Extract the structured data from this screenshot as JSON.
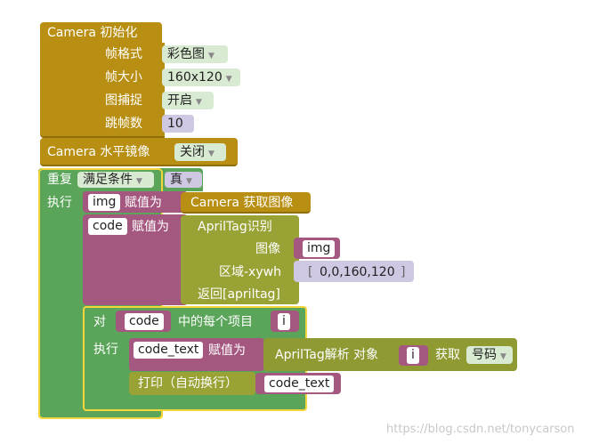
{
  "camera_init": {
    "title": "Camera  初始化",
    "format_label": "帧格式",
    "format_value": "彩色图",
    "size_label": "帧大小",
    "size_value": "160x120",
    "capture_label": "图捕捉",
    "capture_value": "开启",
    "skip_label": "跳帧数",
    "skip_value": "10"
  },
  "camera_mirror": {
    "title": "Camera  水平镜像",
    "value": "关闭"
  },
  "repeat": {
    "label": "重复",
    "condition": "满足条件",
    "condition_value": "真",
    "do_label": "执行"
  },
  "assign_img": {
    "var": "img",
    "assign_label": "赋值为",
    "camera_call": "Camera  获取图像"
  },
  "assign_code": {
    "var": "code",
    "assign_label": "赋值为",
    "apriltag_title": "AprilTag识别",
    "image_label": "图像",
    "image_var": "img",
    "region_label": "区域-xywh",
    "region_value": "0,0,160,120",
    "return_label": "返回[apriltag]"
  },
  "foreach": {
    "for_label": "对",
    "list_var": "code",
    "each_label": "中的每个项目",
    "item_var": "i",
    "do_label": "执行"
  },
  "assign_code_text": {
    "var": "code_text",
    "assign_label": "赋值为",
    "parse_label": "AprilTag解析  对象",
    "object_var": "i",
    "get_label": "获取",
    "get_value": "号码"
  },
  "print": {
    "label": "打印（自动换行）",
    "var": "code_text"
  },
  "watermark": "https://blog.csdn.net/tonycarson",
  "colors": {
    "camera": "#b88f12",
    "loop": "#5aa55a",
    "variable": "#a5587f",
    "apriltag": "#99a235",
    "dropdown_green": "#d9ead2",
    "dropdown_purple": "#cfc8e3",
    "highlight": "#f4d63c"
  }
}
